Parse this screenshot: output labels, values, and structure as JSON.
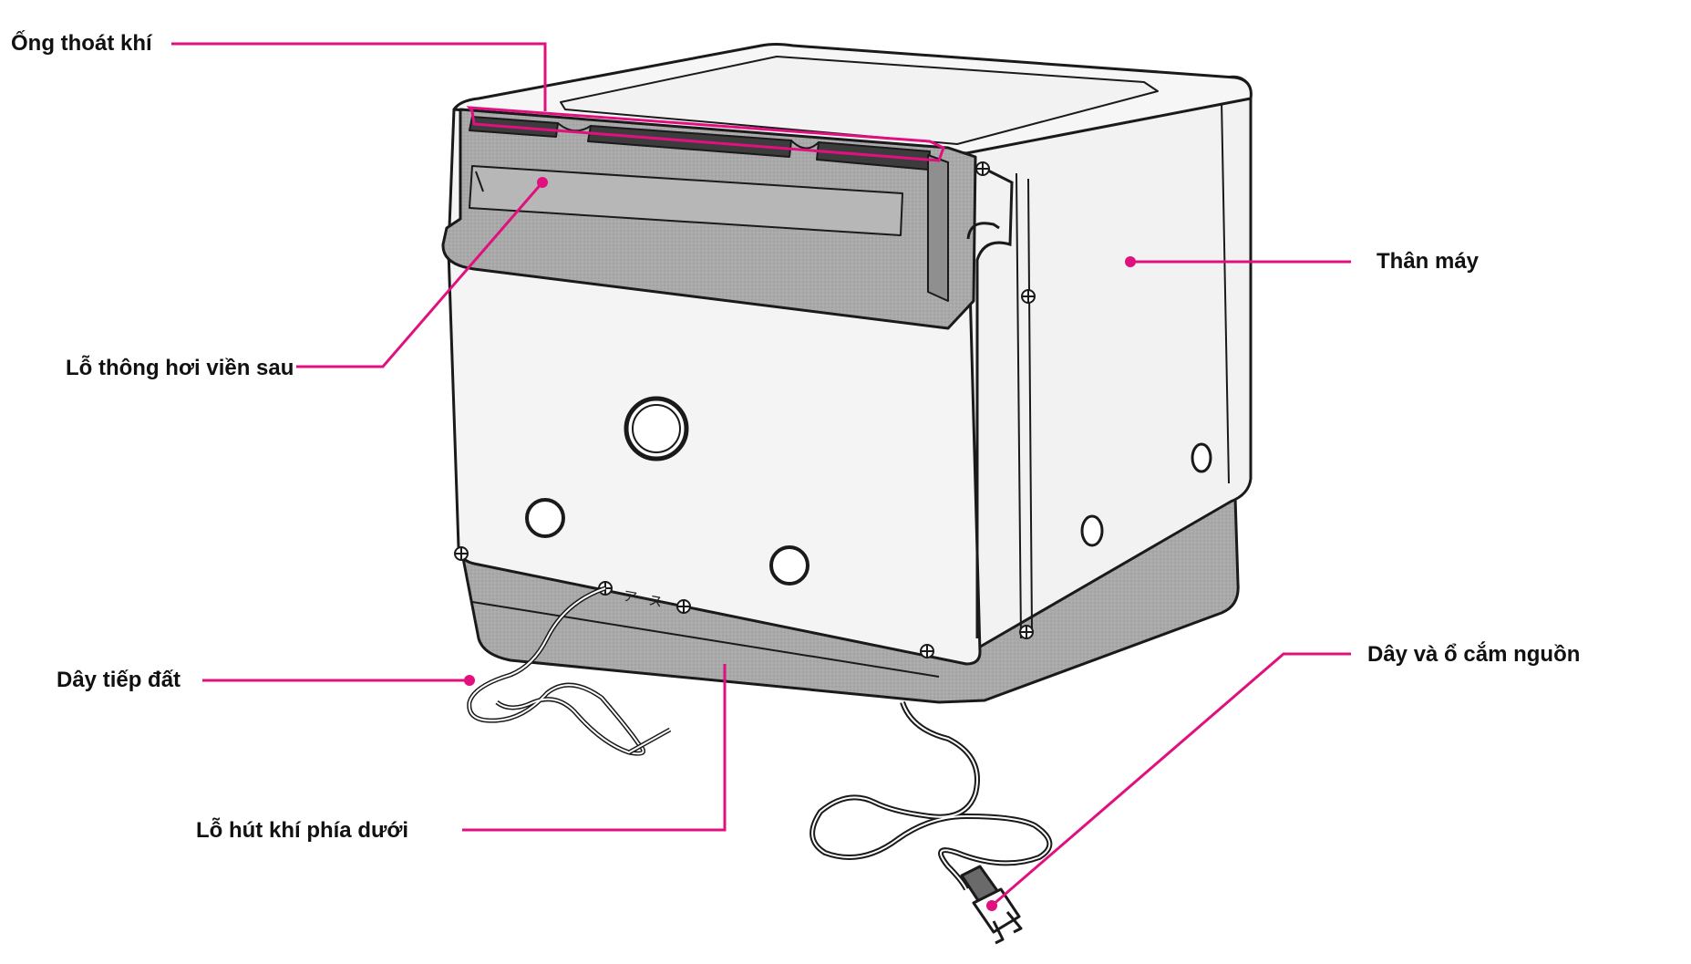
{
  "colors": {
    "callout": "#e0117f",
    "outline": "#1a1a1a",
    "panel_gray": "#a8a8a8",
    "body_light": "#f2f2f2"
  },
  "labels": {
    "exhaust_duct": "Ống thoát khí",
    "rear_vent": "Lỗ thông hơi viền sau",
    "ground_wire": "Dây tiếp đất",
    "bottom_intake": "Lỗ hút khí phía dưới",
    "body": "Thân máy",
    "power_cord": "Dây và ổ cắm nguồn"
  },
  "device_marking": "アース"
}
